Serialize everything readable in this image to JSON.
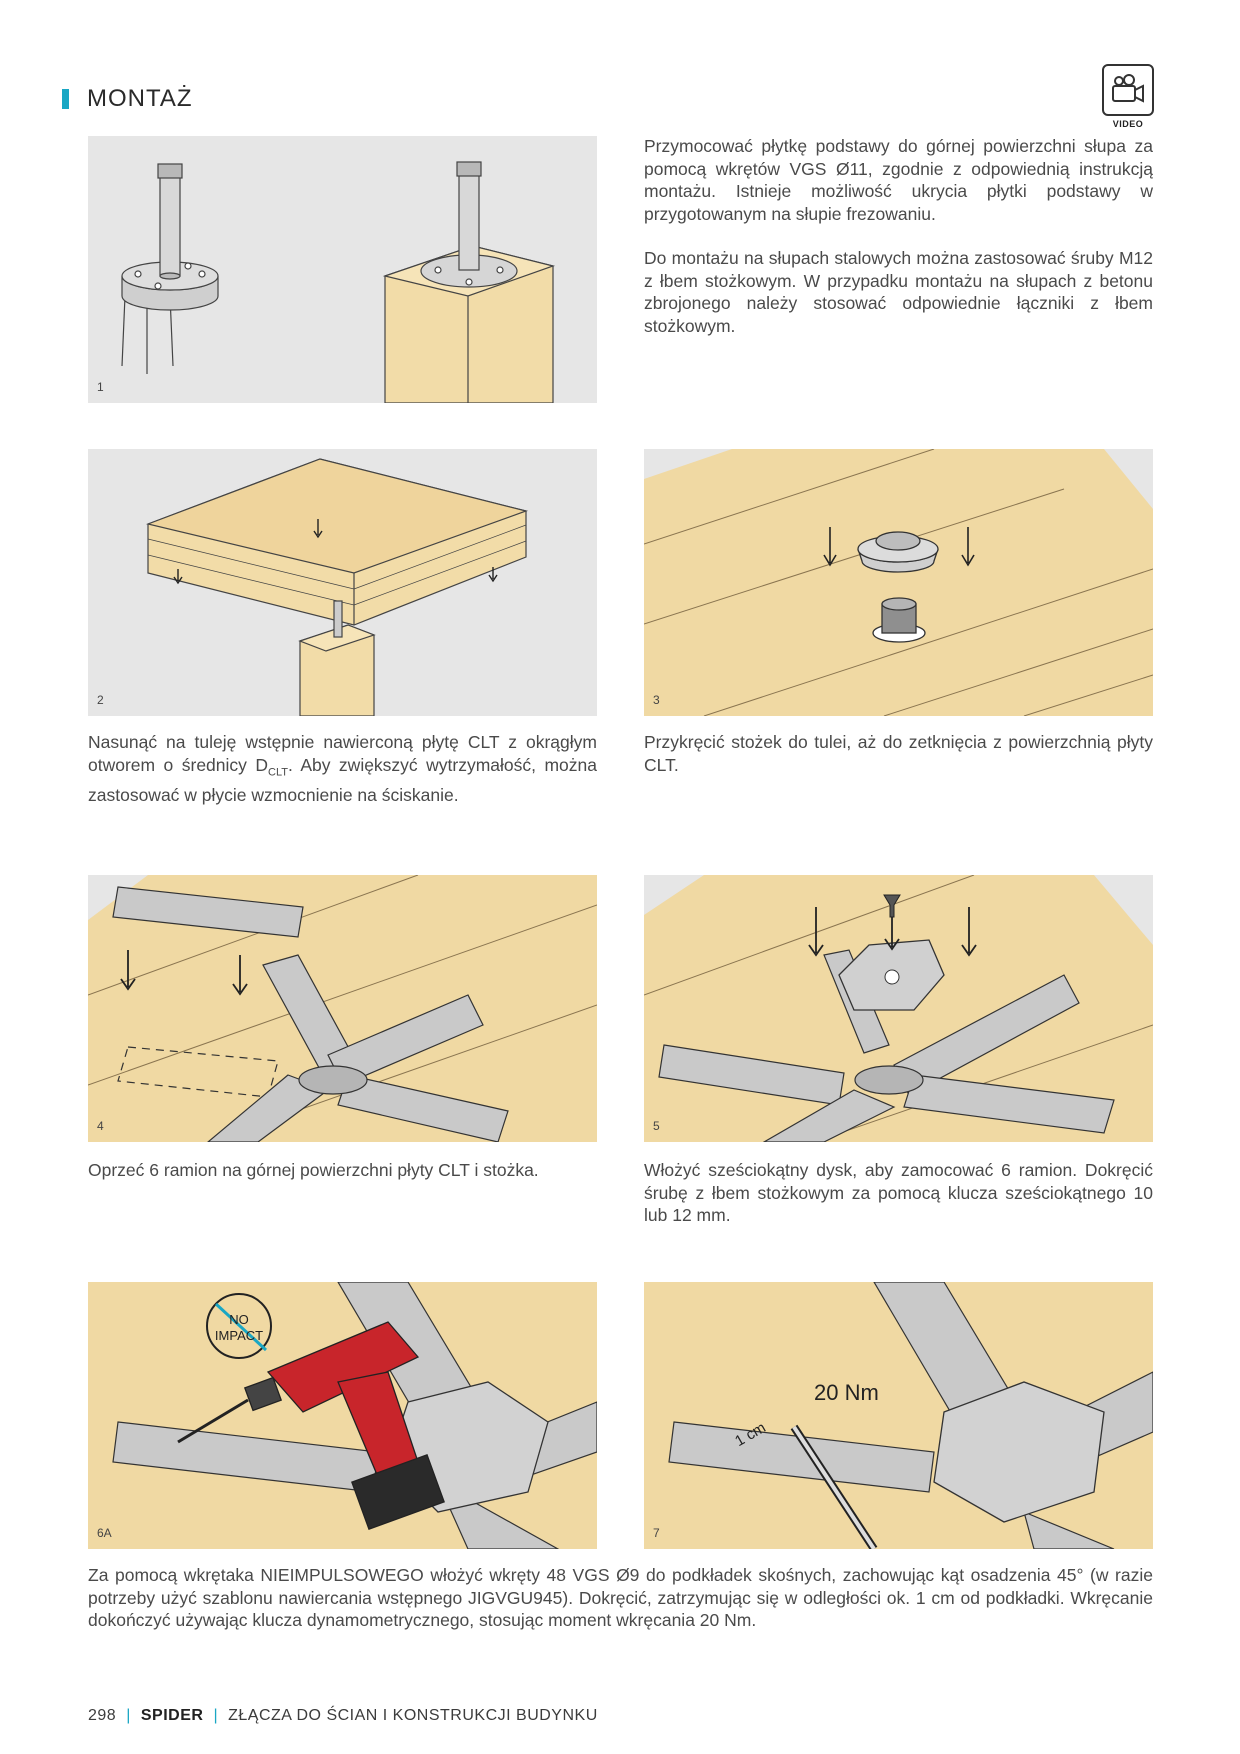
{
  "header": {
    "section_title": "MONTAŻ",
    "video_label": "VIDEO"
  },
  "steps": [
    {
      "number": "1"
    },
    {
      "number": "2"
    },
    {
      "number": "3"
    },
    {
      "number": "4"
    },
    {
      "number": "5"
    },
    {
      "number": "6A",
      "badge": [
        "NO",
        "IMPACT"
      ]
    },
    {
      "number": "7",
      "torque": "20 Nm",
      "distance": "1 cm"
    }
  ],
  "texts": {
    "step1_p1": "Przymocować płytkę podstawy do górnej powierzchni słupa za pomocą wkrętów VGS Ø11, zgodnie z odpowiednią instrukcją montażu. Istnieje możliwość ukrycia płytki podstawy w przygotowanym na słupie frezowaniu.",
    "step1_p2": "Do montażu na słupach stalowych można zastosować śruby M12 z łbem stożkowym. W przypadku montażu na słupach z betonu zbrojonego należy stosować odpowiednie łączniki z łbem stożkowym.",
    "step2_pre": "Nasunąć na tuleję wstępnie nawierconą płytę CLT z okrągłym otworem o średnicy D",
    "step2_sub": "CLT",
    "step2_post": ". Aby zwiększyć wytrzymałość, można zastosować w płycie wzmocnienie na ściskanie.",
    "step3": "Przykręcić stożek do tulei, aż do zetknięcia z powierzchnią płyty CLT.",
    "step4": "Oprzeć 6 ramion na górnej powierzchni płyty CLT i stożka.",
    "step5": "Włożyć sześciokątny dysk, aby zamocować 6 ramion. Dokręcić śrubę z łbem stożkowym za pomocą klucza sześciokątnego 10 lub 12 mm.",
    "step6_7": "Za pomocą wkrętaka NIEIMPULSOWEGO włożyć wkręty 48 VGS Ø9 do podkładek skośnych, zachowując kąt osadzenia 45° (w razie potrzeby użyć szablonu nawiercania wstępnego JIGVGU945). Dokręcić, zatrzymując się w odległości ok. 1 cm od podkładki. Wkręcanie dokończyć używając klucza dynamometrycznego, stosując moment wkręcania 20 Nm."
  },
  "footer": {
    "page": "298",
    "product": "SPIDER",
    "chapter": "ZŁĄCZA DO ŚCIAN  I KONSTRUKCJI BUDYNKU"
  },
  "colors": {
    "accent": "#1aa7c4",
    "wood": "#f0d9a3",
    "panel_bg": "#e8e8e8",
    "steel": "#c8c8c8",
    "drill_red": "#c8252b"
  }
}
